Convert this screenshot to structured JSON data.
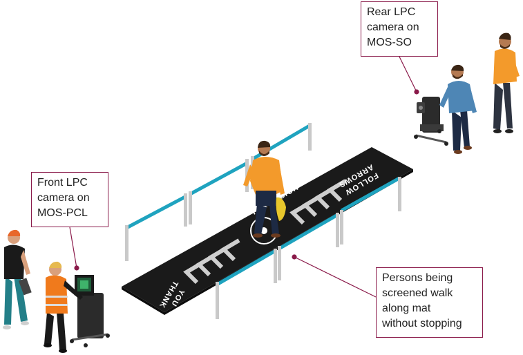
{
  "callouts": {
    "rear": "Rear LPC\ncamera on\nMOS-SO",
    "front": "Front LPC\ncamera on\nMOS-PCL",
    "persons": "Persons being\nscreened walk\nalong mat\nwithout stopping"
  },
  "mat": {
    "start_line1": "FOLLOW",
    "start_line2": "ARROWS",
    "end_line1": "THANK",
    "end_line2": "YOU",
    "logo_text": "THRUVISION"
  },
  "colors": {
    "callout_border": "#8a1a4a",
    "leader_line": "#8a1a4a",
    "mat": "#1a1a1a",
    "rope": "#1fa3bf",
    "orange_shirt": "#f39a2b",
    "blue_shirt": "#4e86b5",
    "vest": "#f07a1c"
  }
}
